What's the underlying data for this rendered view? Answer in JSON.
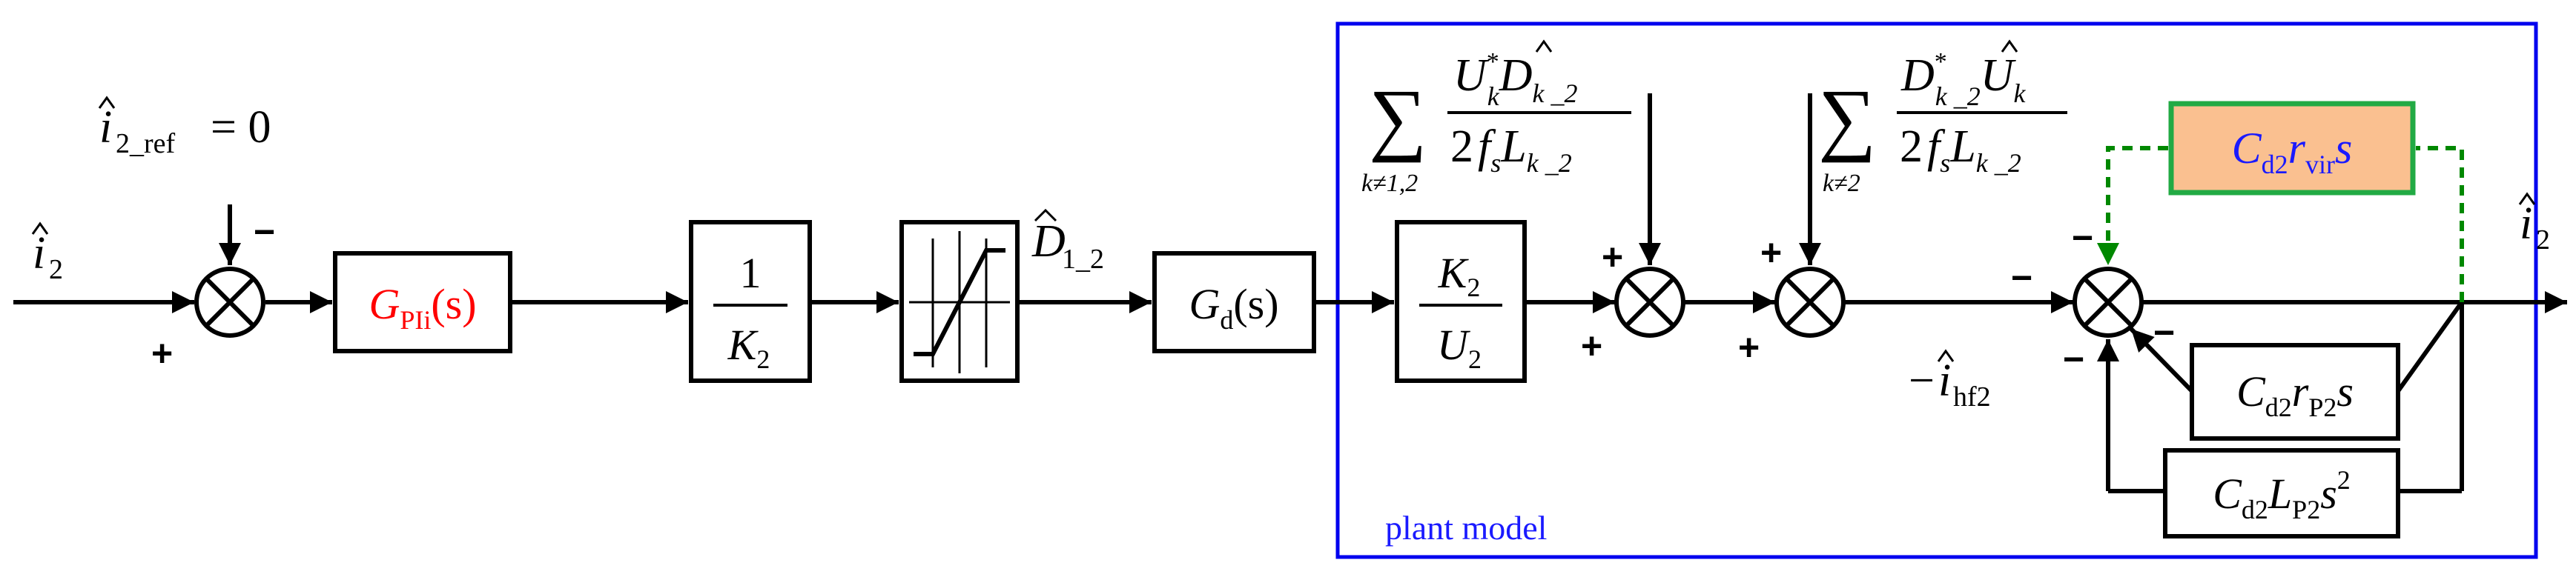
{
  "colors": {
    "line": "#000000",
    "plant_box": "#0000ee",
    "plant_label": "#1a1aff",
    "red_text": "#ff0000",
    "blue_text": "#1a1aff",
    "virtual_fill": "#fac090",
    "virtual_border": "#22aa44",
    "feedback_dash": "#008800"
  },
  "signals": {
    "input": "i",
    "input_sub": "2",
    "ref_var": "i",
    "ref_sub": "2_ref",
    "ref_value": "= 0",
    "duty": "D",
    "duty_sub": "1_2",
    "current_var": "i",
    "current_sub": "hf2",
    "current_prefix": "−",
    "output": "i",
    "output_sub": "2"
  },
  "blocks": {
    "pi": {
      "main": "G",
      "sub": "PIi",
      "arg": "(s)"
    },
    "gain": {
      "num": "1",
      "den": "K",
      "den_sub": "2"
    },
    "gd": {
      "main": "G",
      "sub": "d",
      "arg": "(s)"
    },
    "k2u2": {
      "num": "K",
      "num_sub": "2",
      "den": "U",
      "den_sub": "2"
    },
    "virtual": {
      "c": "C",
      "c_sub": "d2",
      "r": "r",
      "r_sub": "vir",
      "s": "s"
    },
    "rp2": {
      "c": "C",
      "c_sub": "d2",
      "r": "r",
      "r_sub": "P2",
      "s": "s"
    },
    "lp2": {
      "c": "C",
      "c_sub": "d2",
      "l": "L",
      "l_sub": "P2",
      "s": "s",
      "exp": "2"
    }
  },
  "disturbances": {
    "d1": {
      "sum": "∑",
      "sum_sub": "k≠1,2",
      "num_u": "U",
      "num_u_sup": "*",
      "num_u_sub": "k",
      "num_d": "D",
      "num_d_sub": "k _2",
      "den_2": "2",
      "den_f": "f",
      "den_f_sub": "s",
      "den_l": "L",
      "den_l_sub": "k _2"
    },
    "d2": {
      "sum": "∑",
      "sum_sub": "k≠2",
      "num_d": "D",
      "num_d_sup": "*",
      "num_d_sub": "k _2",
      "num_u": "U",
      "num_u_sub": "k",
      "den_2": "2",
      "den_f": "f",
      "den_f_sub": "s",
      "den_l": "L",
      "den_l_sub": "k _2"
    }
  },
  "signs": {
    "plus": "+",
    "minus": "−"
  },
  "plant": {
    "label": "plant model"
  }
}
